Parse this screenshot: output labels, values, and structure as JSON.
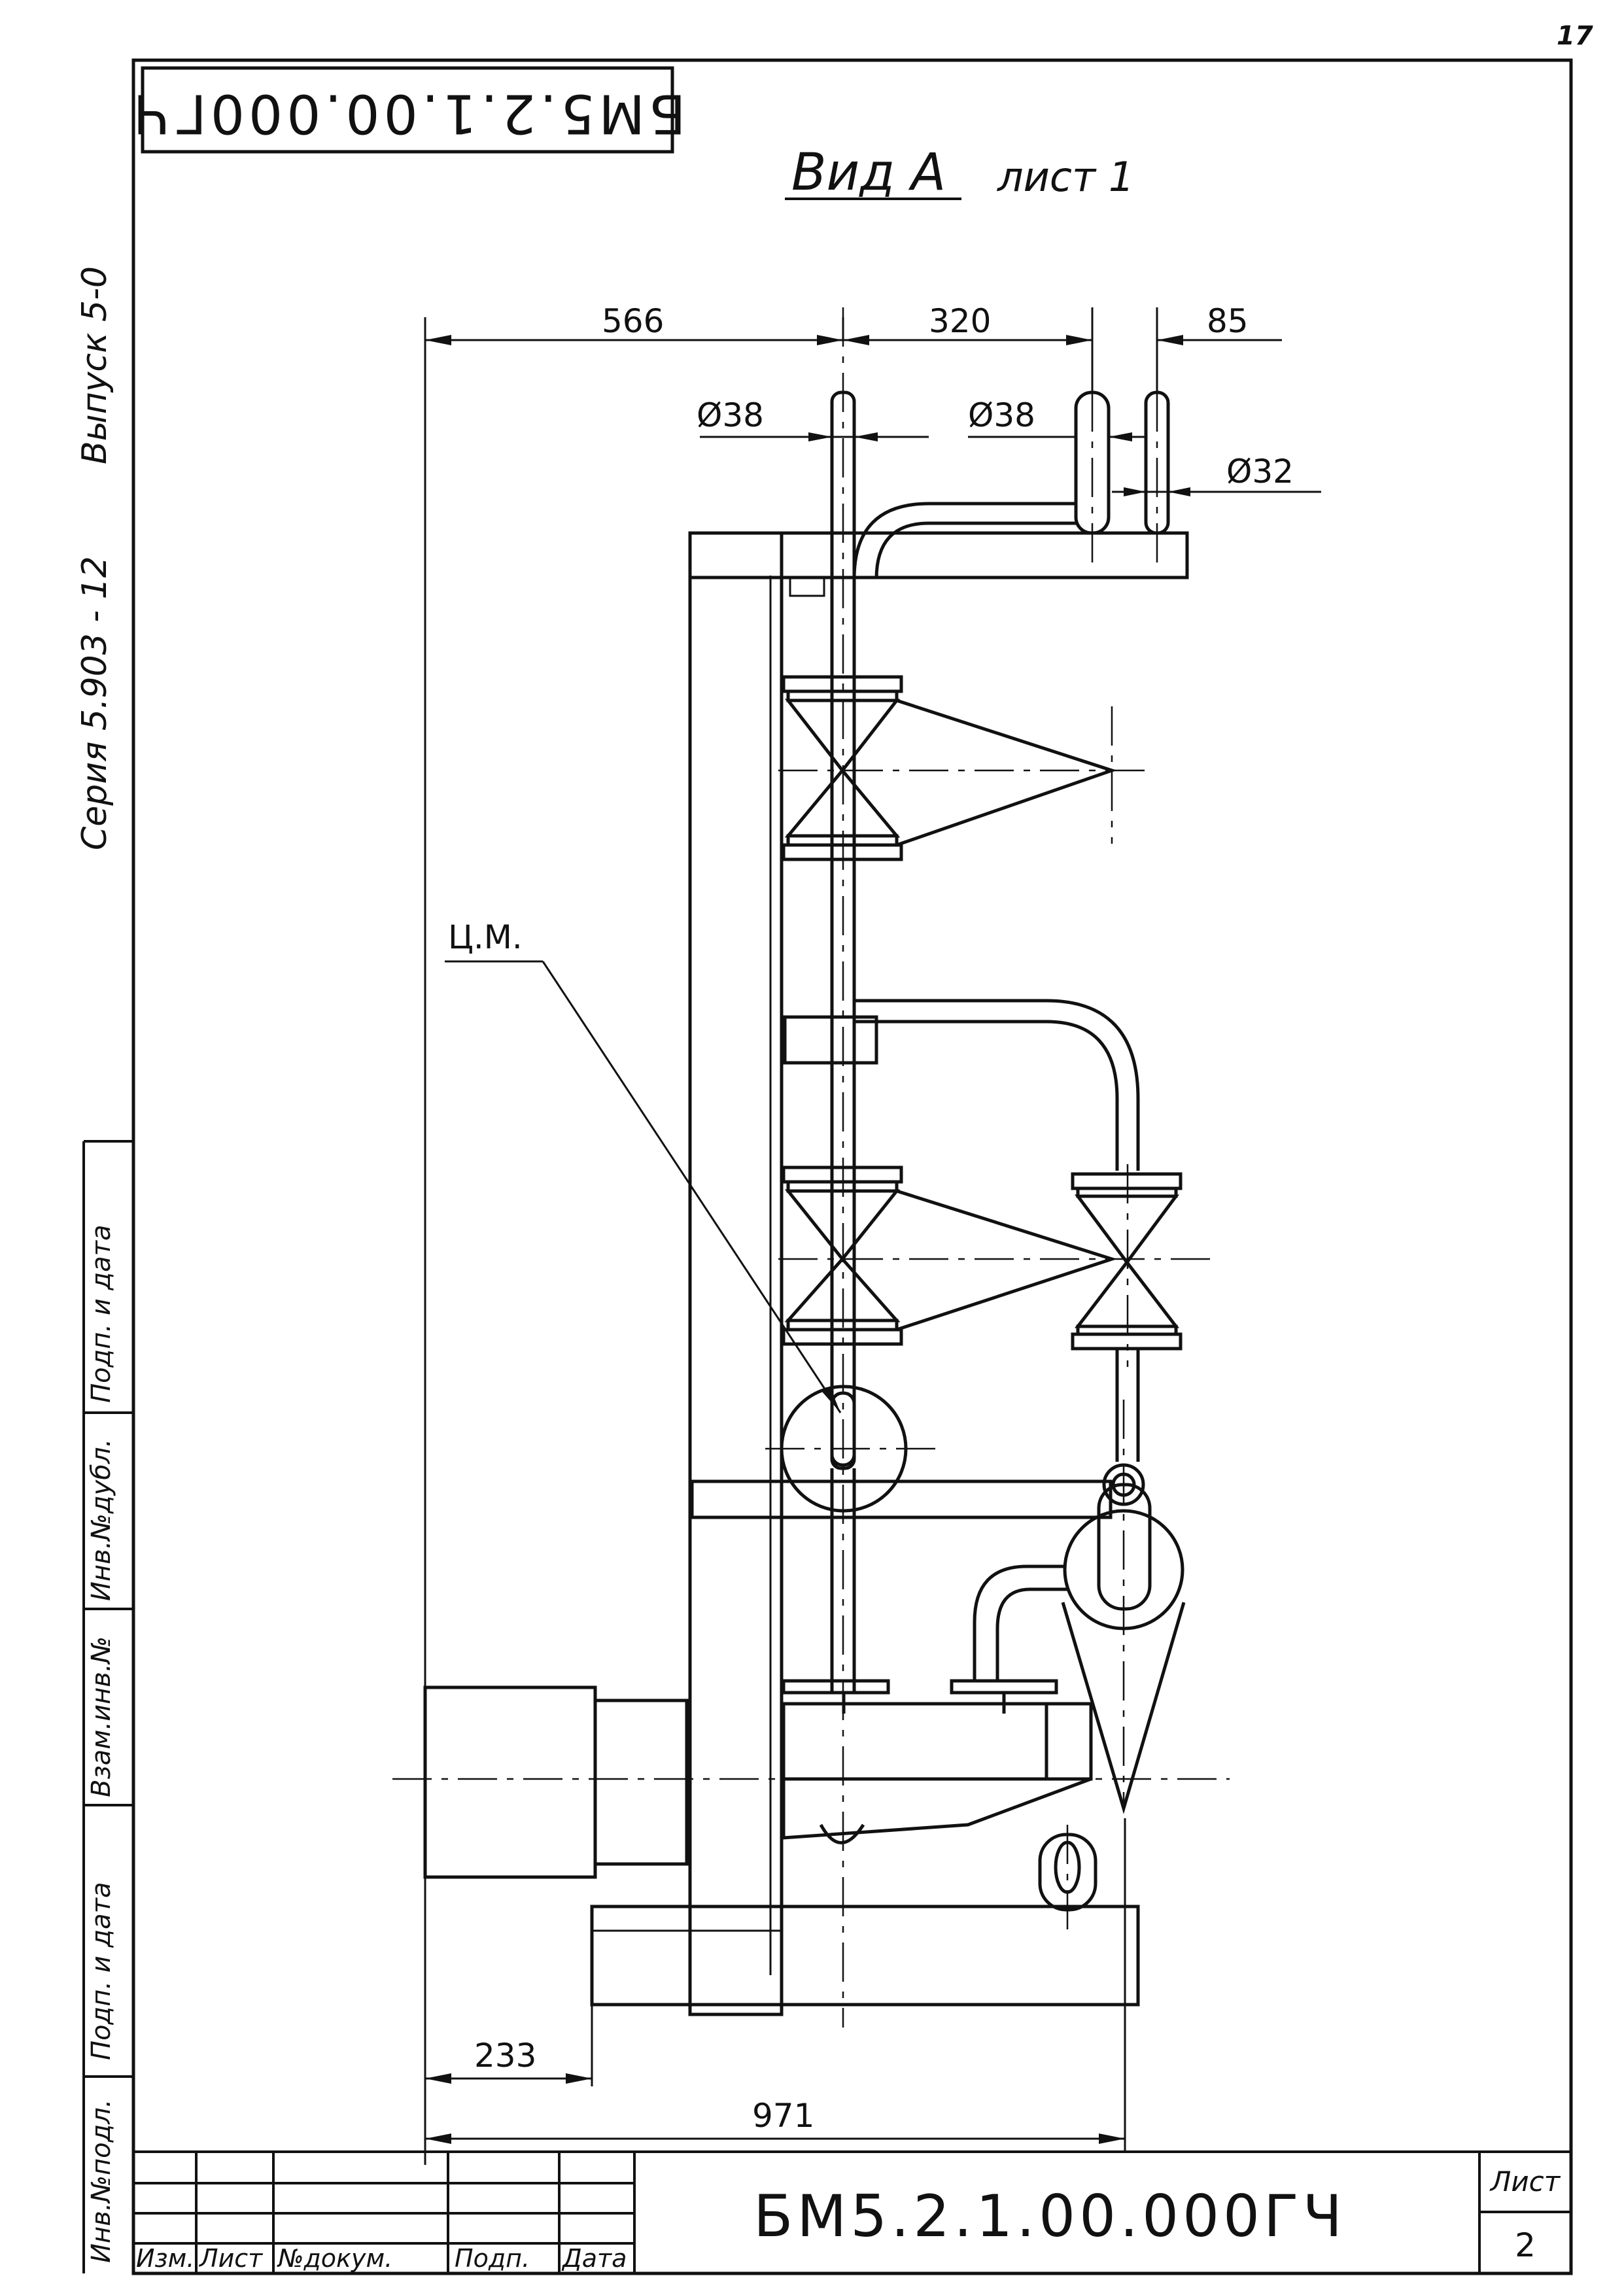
{
  "page_number": "17",
  "top_stamp": "БМ5.2.1.00.000ГЧ",
  "view_title": {
    "view": "Вид А",
    "sheet": "лист 1"
  },
  "series_block": {
    "series": "Серия  5.903 - 12",
    "issue": "Выпуск  5-0"
  },
  "dimensions": {
    "d566": "566",
    "d320": "320",
    "d85": "85",
    "dia38a": "Ø38",
    "dia38b": "Ø38",
    "dia32": "Ø32",
    "d233": "233",
    "d971": "971"
  },
  "leader_label": "Ц.М.",
  "side_table": [
    "Инв.№подл.",
    "Подп. и дата",
    "Взам.инв.№",
    "Инв.№дубл.",
    "Подп. и дата"
  ],
  "title_block": {
    "designation": "БМ5.2.1.00.000ГЧ",
    "sheet_label": "Лист",
    "sheet_number": "2",
    "columns": [
      "Изм.",
      "Лист",
      "№докум.",
      "Подп.",
      "Дата"
    ]
  }
}
